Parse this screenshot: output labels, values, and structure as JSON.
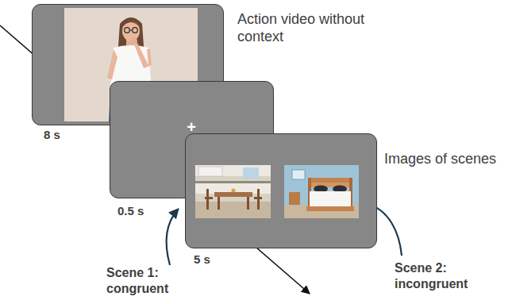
{
  "diagram": {
    "nodes": [
      {
        "text": [
          "Action video without context"
        ]
      },
      {
        "text": [
          "+"
        ]
      },
      {
        "text": [
          "Images of scenes"
        ]
      }
    ],
    "labels": [
      "8 s",
      "0.5 s",
      "5 s",
      "Scene 1: congruent",
      "Scene 2: incongruent"
    ]
  }
}
